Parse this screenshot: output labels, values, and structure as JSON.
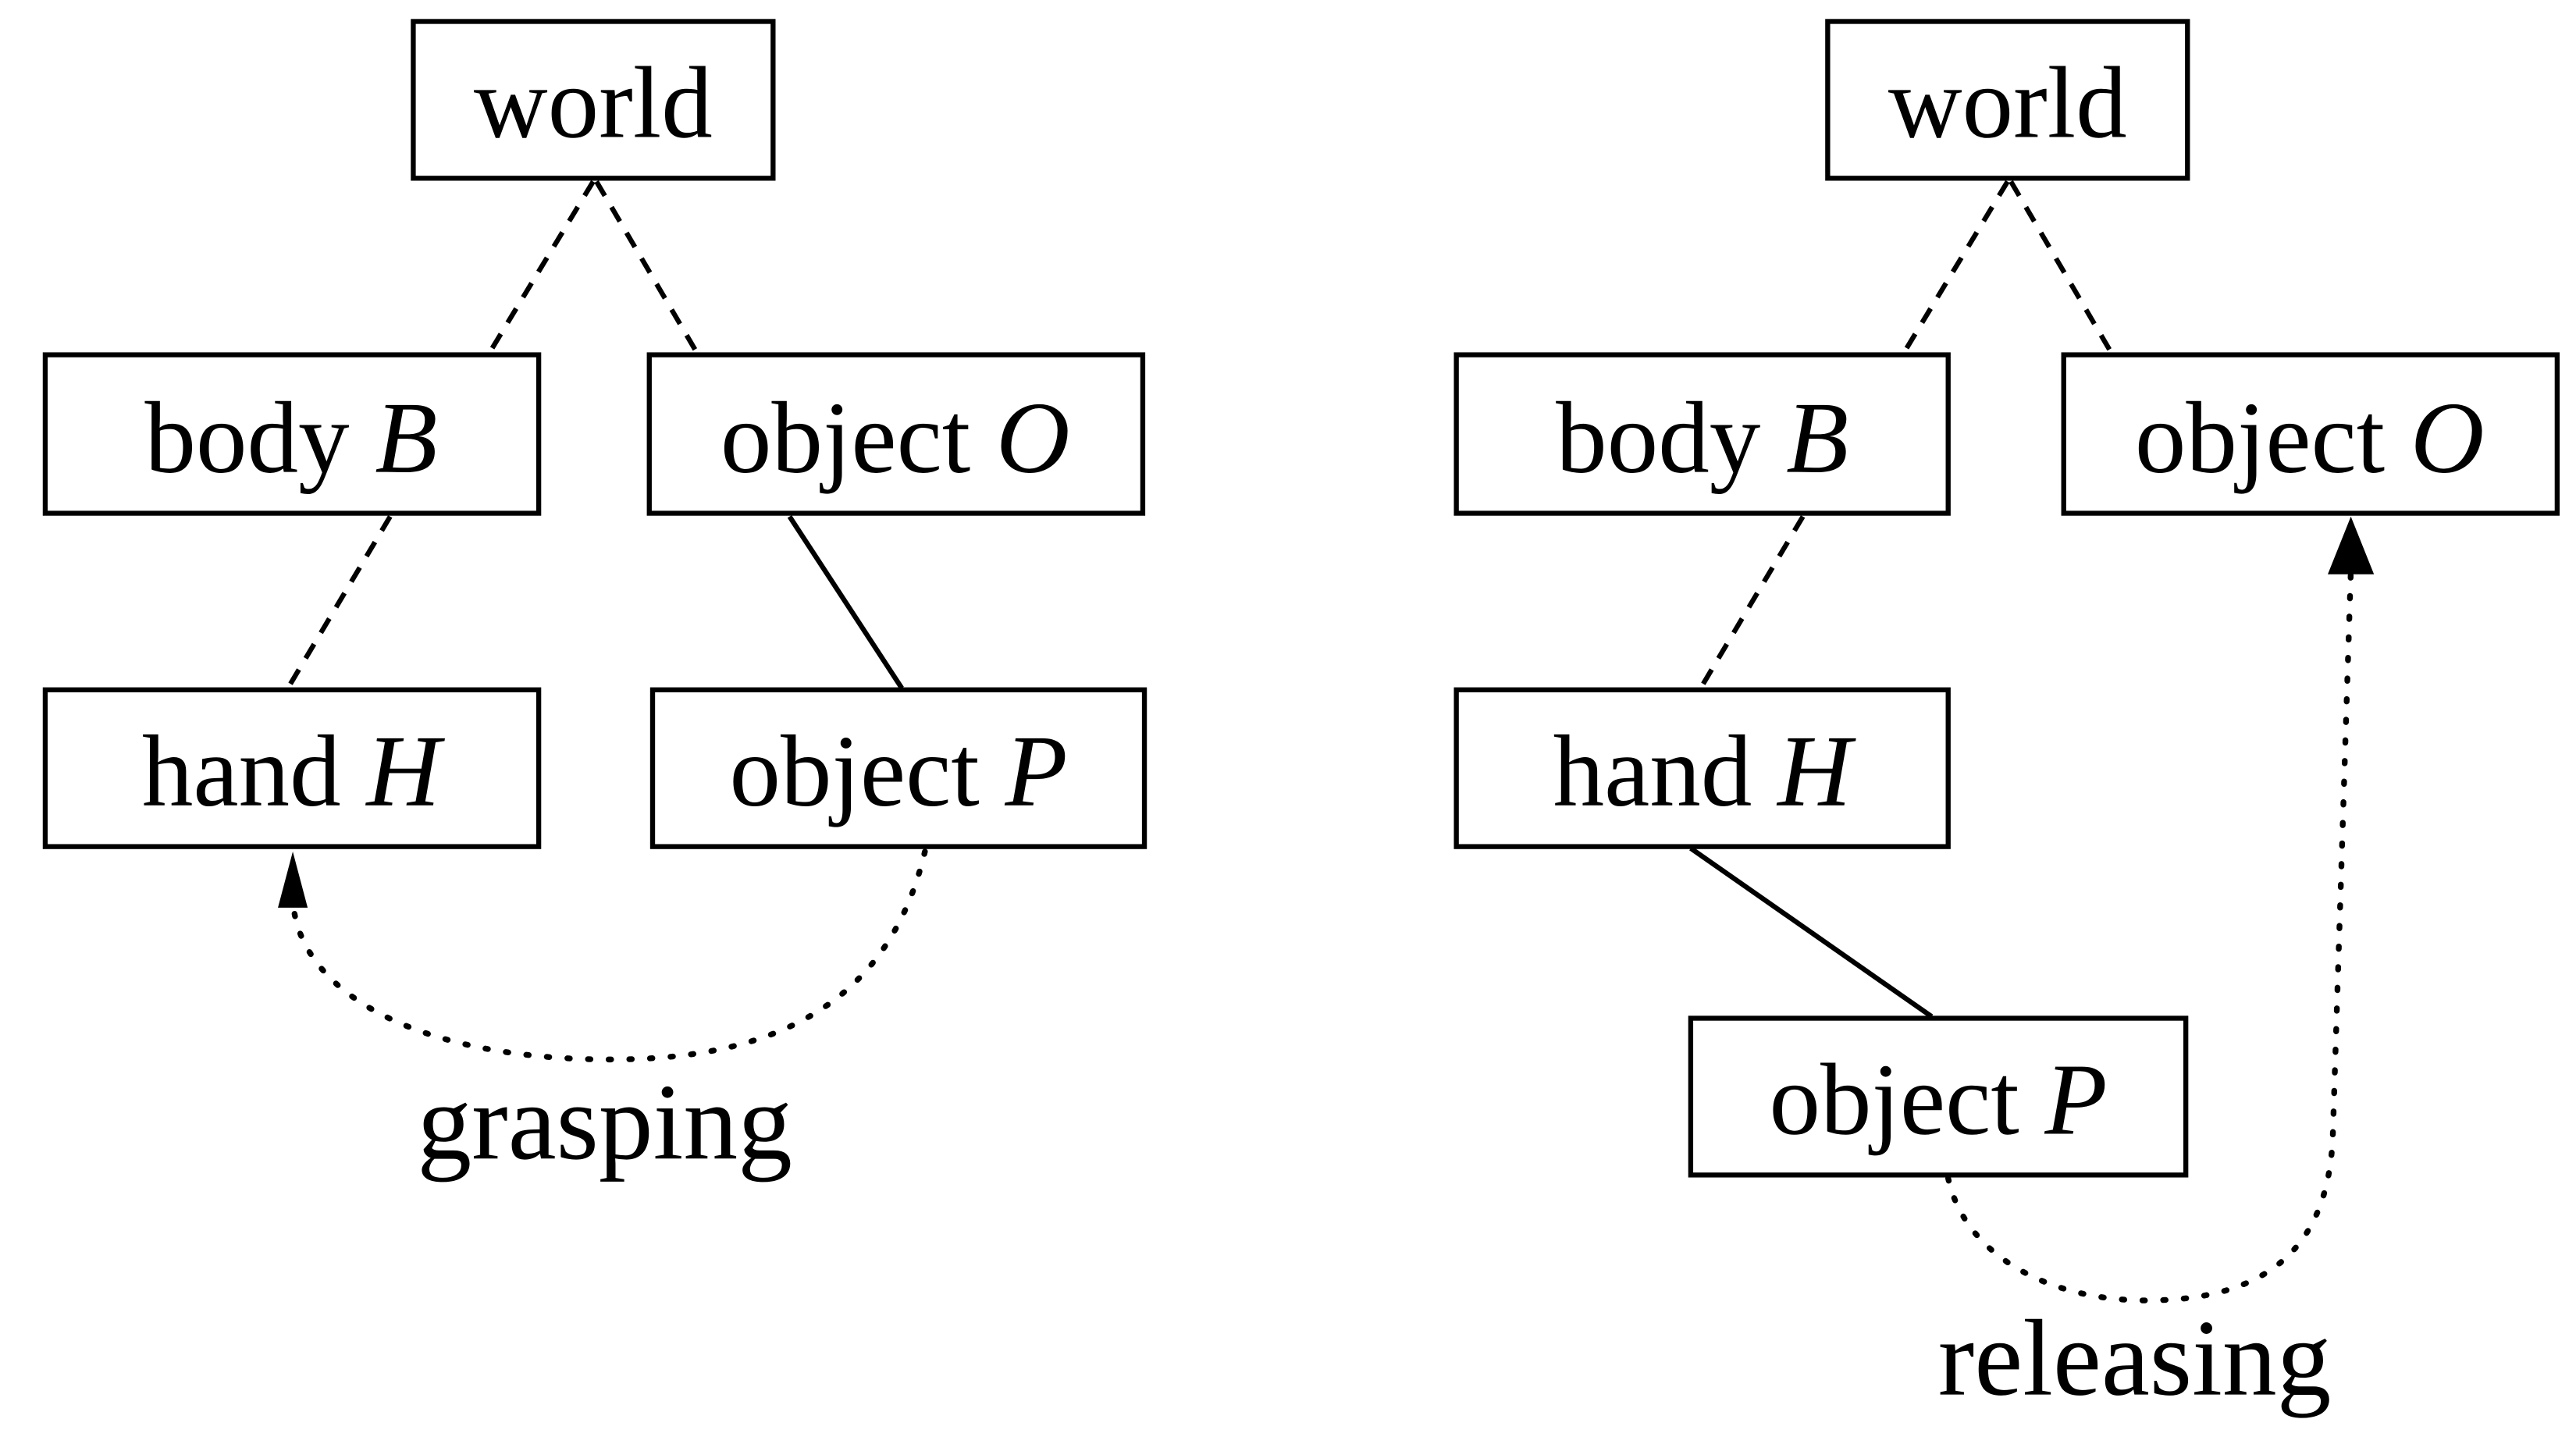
{
  "left_panel": {
    "nodes": {
      "world": {
        "text": "world",
        "var": ""
      },
      "body": {
        "text": "body ",
        "var": "B"
      },
      "objectO": {
        "text": "object ",
        "var": "O"
      },
      "hand": {
        "text": "hand ",
        "var": "H"
      },
      "objectP": {
        "text": "object ",
        "var": "P"
      }
    },
    "edges": [
      {
        "from": "world",
        "to": "body",
        "style": "dashed"
      },
      {
        "from": "world",
        "to": "objectO",
        "style": "dashed"
      },
      {
        "from": "body",
        "to": "hand",
        "style": "dashed"
      },
      {
        "from": "objectO",
        "to": "objectP",
        "style": "solid"
      },
      {
        "from": "objectP",
        "to": "hand",
        "style": "dotted-arrow"
      }
    ],
    "caption": "grasping"
  },
  "right_panel": {
    "nodes": {
      "world": {
        "text": "world",
        "var": ""
      },
      "body": {
        "text": "body ",
        "var": "B"
      },
      "objectO": {
        "text": "object ",
        "var": "O"
      },
      "hand": {
        "text": "hand ",
        "var": "H"
      },
      "objectP": {
        "text": "object ",
        "var": "P"
      }
    },
    "edges": [
      {
        "from": "world",
        "to": "body",
        "style": "dashed"
      },
      {
        "from": "world",
        "to": "objectO",
        "style": "dashed"
      },
      {
        "from": "body",
        "to": "hand",
        "style": "dashed"
      },
      {
        "from": "hand",
        "to": "objectP",
        "style": "solid"
      },
      {
        "from": "objectP",
        "to": "objectO",
        "style": "dotted-arrow"
      }
    ],
    "caption": "releasing"
  }
}
